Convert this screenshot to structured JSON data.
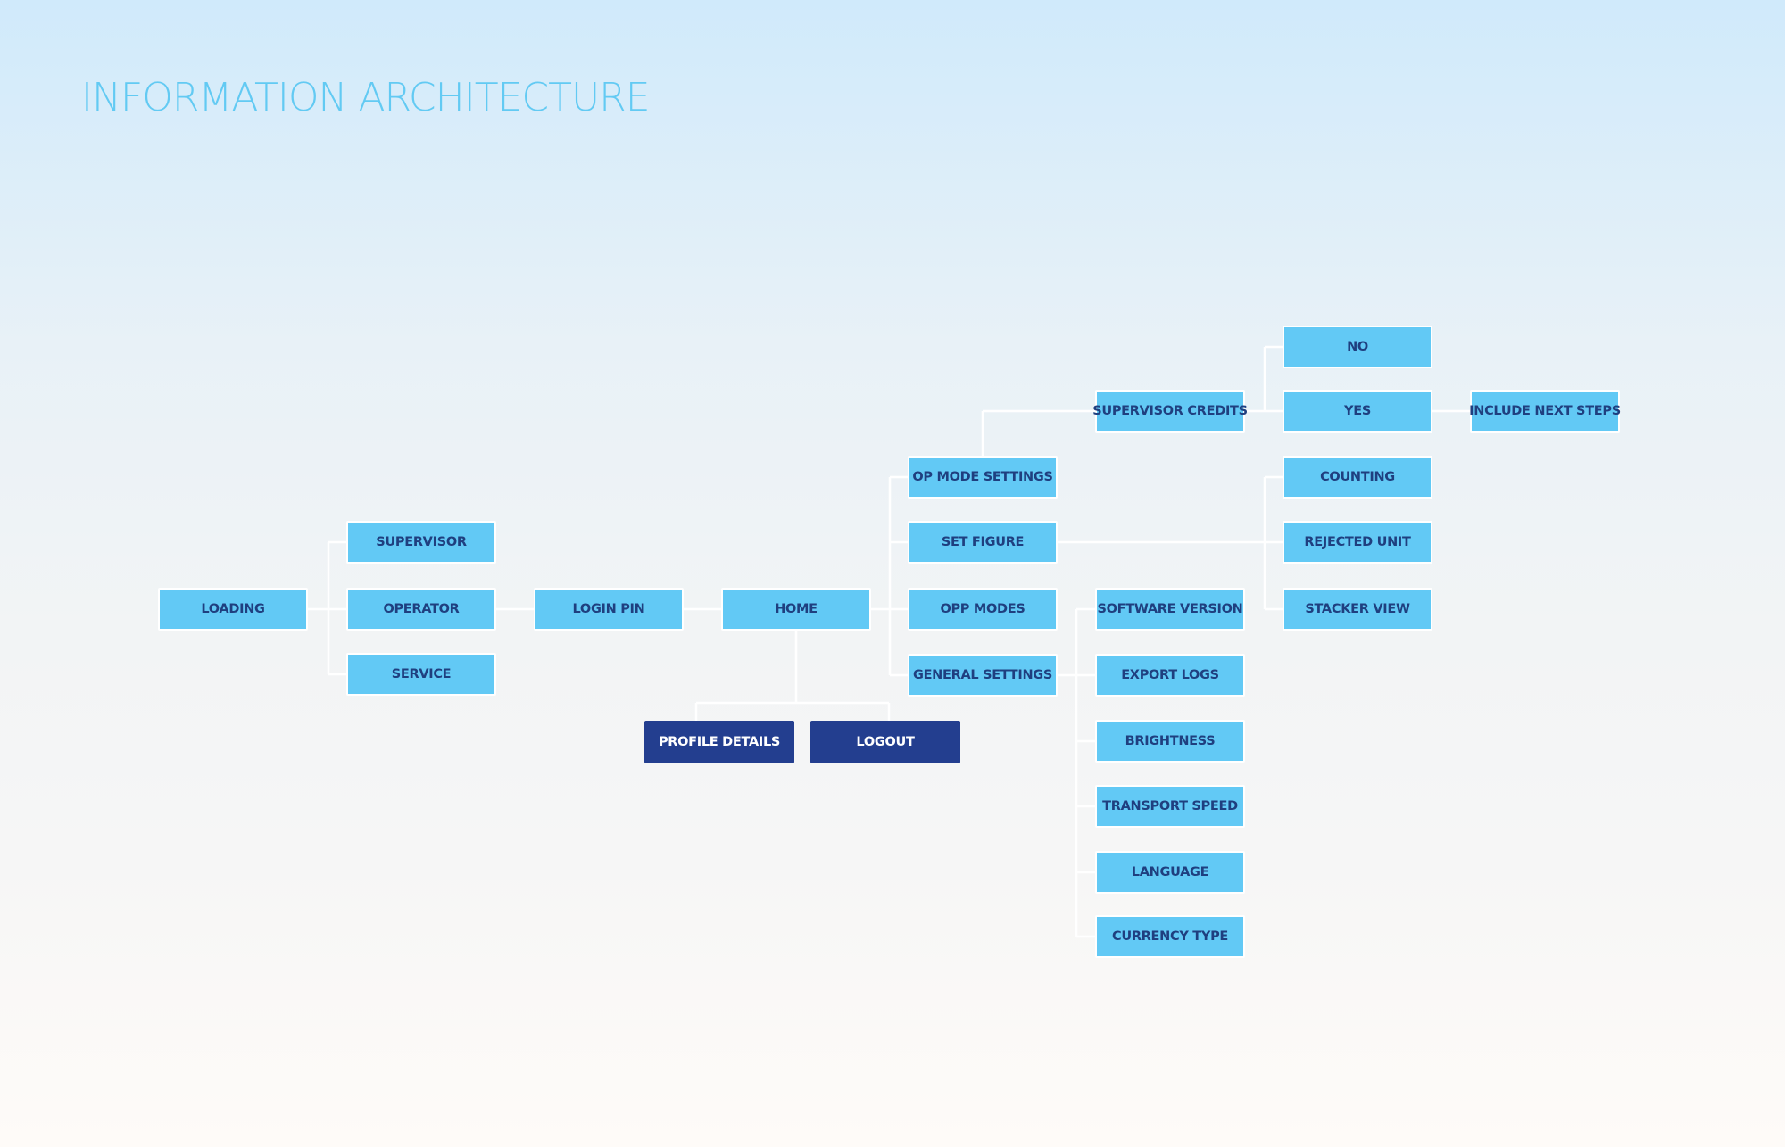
{
  "title": "INFORMATION ARCHITECTURE",
  "colors": {
    "node_fill": "#62c9f5",
    "node_text": "#1f3f7f",
    "node_border": "#ffffff",
    "dark_fill": "#233e8f",
    "dark_text": "#ffffff",
    "link": "#ffffff",
    "title": "#62caf3"
  },
  "nodes": {
    "loading": "LOADING",
    "supervisor": "SUPERVISOR",
    "operator": "OPERATOR",
    "service": "SERVICE",
    "login_pin": "LOGIN PIN",
    "home": "HOME",
    "profile_details": "PROFILE DETAILS",
    "logout": "LOGOUT",
    "op_mode_settings": "OP MODE SETTINGS",
    "set_figure": "SET FIGURE",
    "opp_modes": "OPP MODES",
    "general_settings": "GENERAL SETTINGS",
    "supervisor_credits": "SUPERVISOR CREDITS",
    "no": "NO",
    "yes": "YES",
    "include_next_steps": "INCLUDE NEXT STEPS",
    "counting": "COUNTING",
    "rejected_unit": "REJECTED UNIT",
    "stacker_view": "STACKER VIEW",
    "software_version": "SOFTWARE VERSION",
    "export_logs": "EXPORT LOGS",
    "brightness": "BRIGHTNESS",
    "transport_speed": "TRANSPORT SPEED",
    "language": "LANGUAGE",
    "currency_type": "CURRENCY TYPE"
  }
}
